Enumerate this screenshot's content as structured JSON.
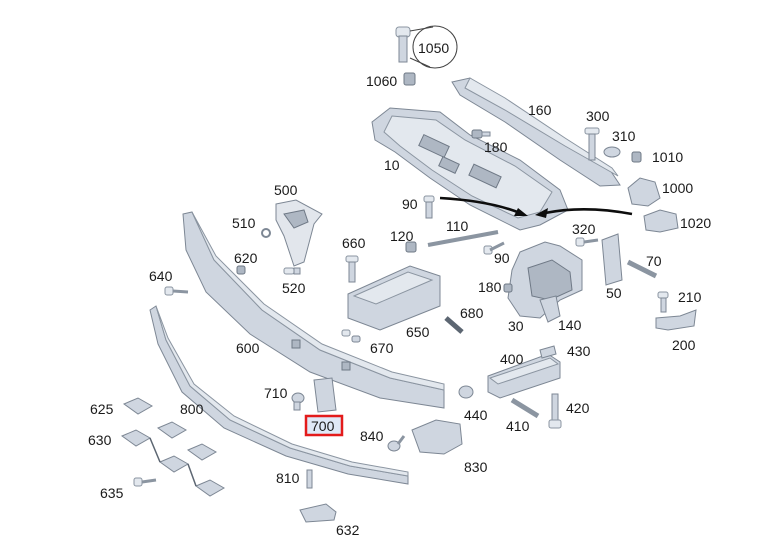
{
  "diagram": {
    "highlighted_part": "700",
    "callouts": [
      {
        "id": "1050",
        "text": "1050"
      },
      {
        "id": "1060",
        "text": "1060"
      },
      {
        "id": "160",
        "text": "160"
      },
      {
        "id": "300",
        "text": "300"
      },
      {
        "id": "310",
        "text": "310"
      },
      {
        "id": "1010",
        "text": "1010"
      },
      {
        "id": "180a",
        "text": "180"
      },
      {
        "id": "10",
        "text": "10"
      },
      {
        "id": "1000",
        "text": "1000"
      },
      {
        "id": "90a",
        "text": "90"
      },
      {
        "id": "1020",
        "text": "1020"
      },
      {
        "id": "500",
        "text": "500"
      },
      {
        "id": "510",
        "text": "510"
      },
      {
        "id": "110",
        "text": "110"
      },
      {
        "id": "660",
        "text": "660"
      },
      {
        "id": "120",
        "text": "120"
      },
      {
        "id": "320",
        "text": "320"
      },
      {
        "id": "620",
        "text": "620"
      },
      {
        "id": "90b",
        "text": "90"
      },
      {
        "id": "70",
        "text": "70"
      },
      {
        "id": "640",
        "text": "640"
      },
      {
        "id": "520",
        "text": "520"
      },
      {
        "id": "180b",
        "text": "180"
      },
      {
        "id": "50",
        "text": "50"
      },
      {
        "id": "210",
        "text": "210"
      },
      {
        "id": "680",
        "text": "680"
      },
      {
        "id": "30",
        "text": "30"
      },
      {
        "id": "140",
        "text": "140"
      },
      {
        "id": "650",
        "text": "650"
      },
      {
        "id": "200",
        "text": "200"
      },
      {
        "id": "600",
        "text": "600"
      },
      {
        "id": "670",
        "text": "670"
      },
      {
        "id": "400",
        "text": "400"
      },
      {
        "id": "430",
        "text": "430"
      },
      {
        "id": "710",
        "text": "710"
      },
      {
        "id": "440",
        "text": "440"
      },
      {
        "id": "420",
        "text": "420"
      },
      {
        "id": "625",
        "text": "625"
      },
      {
        "id": "800",
        "text": "800"
      },
      {
        "id": "410",
        "text": "410"
      },
      {
        "id": "700",
        "text": "700"
      },
      {
        "id": "630",
        "text": "630"
      },
      {
        "id": "840",
        "text": "840"
      },
      {
        "id": "830",
        "text": "830"
      },
      {
        "id": "635",
        "text": "635"
      },
      {
        "id": "810",
        "text": "810"
      },
      {
        "id": "632",
        "text": "632"
      }
    ]
  }
}
